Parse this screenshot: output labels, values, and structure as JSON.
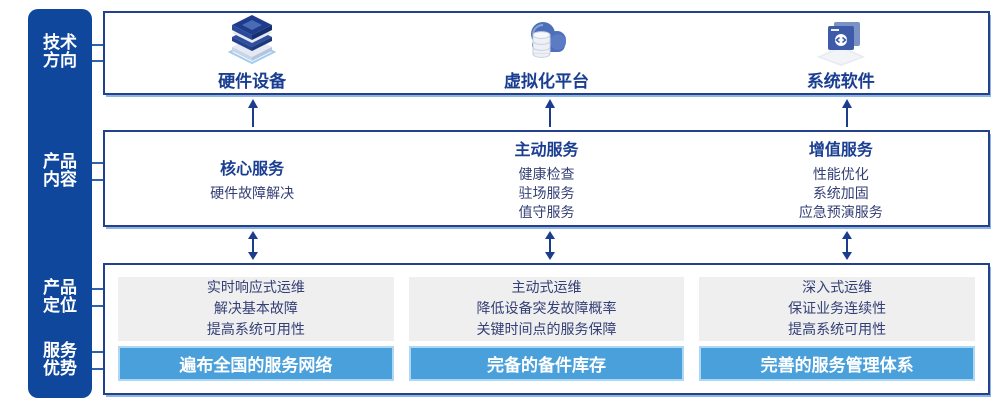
{
  "colors": {
    "sidebar_navy": "#0f479d",
    "box_border_navy": "#24418e",
    "border_accent_light_blue": "#8fb5e2",
    "heading_navy": "#1a3e91",
    "body_text_navy": "#333f75",
    "advantage_bar_blue": "#49a0db",
    "panel_gray": "#efefef",
    "arrow_navy": "#1c3d8e"
  },
  "sidebar": {
    "items": [
      {
        "label": "技术方向"
      },
      {
        "label": "产品内容"
      },
      {
        "label": "产品定位"
      },
      {
        "label": "服务优势"
      }
    ]
  },
  "tech_row": {
    "items": [
      {
        "icon": "hardware-stack-icon",
        "label": "硬件设备"
      },
      {
        "icon": "cloud-database-icon",
        "label": "虚拟化平台"
      },
      {
        "icon": "software-window-icon",
        "label": "系统软件"
      }
    ]
  },
  "content_row": {
    "columns": [
      {
        "title": "核心服务",
        "items": [
          "硬件故障解决"
        ]
      },
      {
        "title": "主动服务",
        "items": [
          "健康检查",
          "驻场服务",
          "值守服务"
        ]
      },
      {
        "title": "增值服务",
        "items": [
          "性能优化",
          "系统加固",
          "应急预演服务"
        ]
      }
    ]
  },
  "positioning_row": {
    "columns": [
      {
        "lines": [
          "实时响应式运维",
          "解决基本故障",
          "提高系统可用性"
        ],
        "advantage": "遍布全国的服务网络"
      },
      {
        "lines": [
          "主动式运维",
          "降低设备突发故障概率",
          "关键时间点的服务保障"
        ],
        "advantage": "完备的备件库存"
      },
      {
        "lines": [
          "深入式运维",
          "保证业务连续性",
          "提高系统可用性"
        ],
        "advantage": "完善的服务管理体系"
      }
    ]
  }
}
